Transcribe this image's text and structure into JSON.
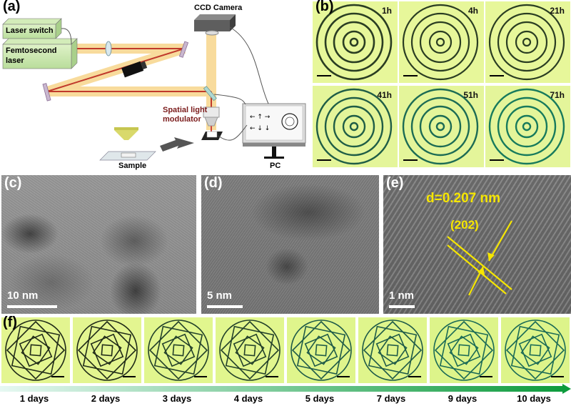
{
  "figure": {
    "panel_a": {
      "label": "(a)",
      "laser_switch": "Laser switch",
      "femtosecond_laser": "Femtosecond laser",
      "ccd_camera": "CCD Camera",
      "slm": "Spatial light modulator",
      "sample": "Sample",
      "pc": "PC"
    },
    "panel_b": {
      "label": "(b)",
      "times": [
        "1h",
        "4h",
        "21h",
        "41h",
        "51h",
        "71h"
      ]
    },
    "panel_c": {
      "label": "(c)",
      "scale": "10 nm"
    },
    "panel_d": {
      "label": "(d)",
      "scale": "5 nm"
    },
    "panel_e": {
      "label": "(e)",
      "scale": "1 nm",
      "d_spacing": "d=0.207 nm",
      "plane": "(202)"
    },
    "panel_f": {
      "label": "(f)",
      "days": [
        "1 days",
        "2 days",
        "3 days",
        "4 days",
        "5 days",
        "7 days",
        "9 days",
        "10 days"
      ]
    },
    "colors": {
      "laser_beam": "#c0392b",
      "beam_glow": "#f7d58b",
      "ring_bg": "#e7f79a",
      "timeline_start": "#e6f8f2",
      "timeline_end": "#0a9a3a",
      "annotation_yellow": "#f6e600"
    }
  }
}
